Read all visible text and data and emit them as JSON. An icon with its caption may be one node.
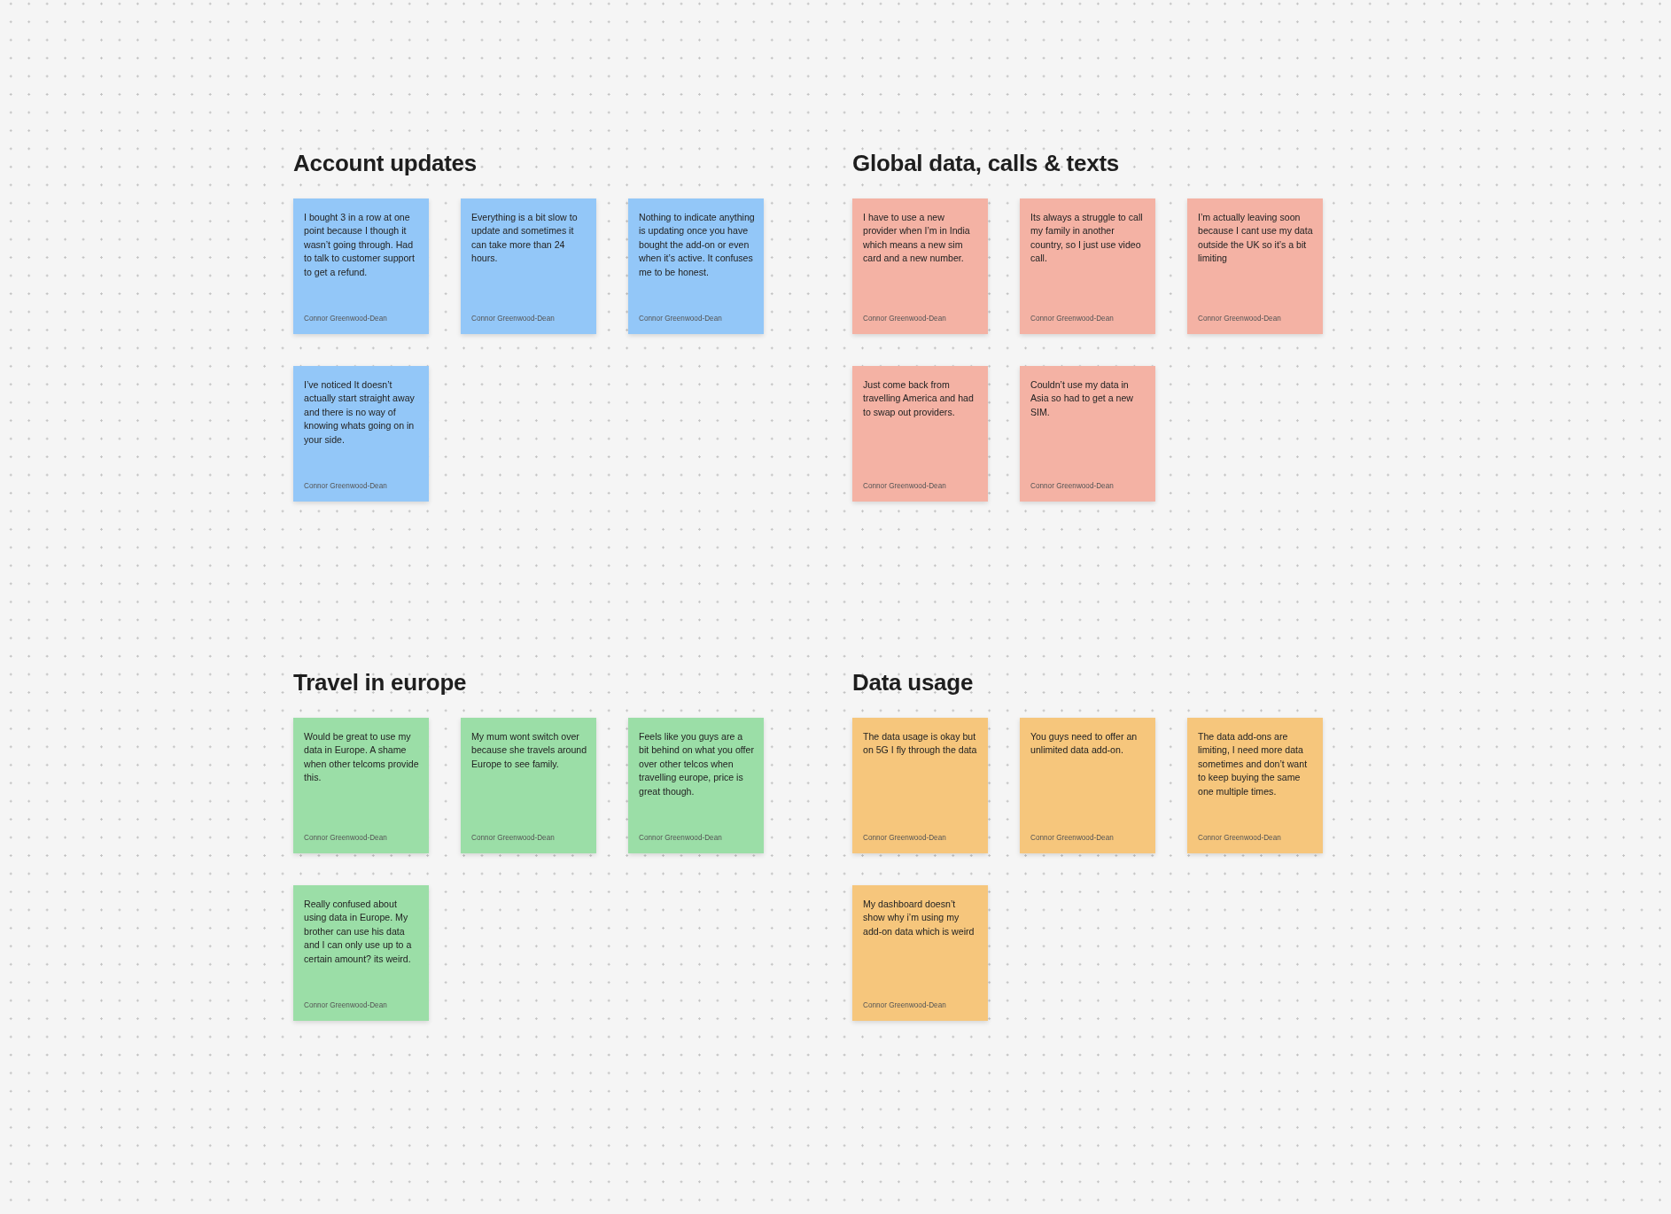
{
  "diagram": {
    "nodes": [
      {
        "text": [
          "I bought 3 in a row at one point because I though it wasn’t going through. Had to talk to customer support to get a refund.",
          "Connor Greenwood-Dean"
        ]
      },
      {
        "text": [
          "Everything is a bit slow to update and sometimes it can take more than 24 hours.",
          "Connor Greenwood-Dean"
        ]
      },
      {
        "text": [
          "Nothing to indicate anything is updating once you have bought the add-on or even when it’s active. It confuses me to be honest.",
          "Connor Greenwood-Dean"
        ]
      },
      {
        "text": [
          "I’ve noticed It doesn’t actually start straight away and there is no way of knowing whats going on in your side.",
          "Connor Greenwood-Dean"
        ]
      },
      {
        "text": [
          "I have to use a new provider when I’m in India which means a new sim card and a new number.",
          "Connor Greenwood-Dean"
        ]
      },
      {
        "text": [
          "Its always a struggle to call my family in another country, so I just use video call.",
          "Connor Greenwood-Dean"
        ]
      },
      {
        "text": [
          "I’m actually leaving soon because I cant use my data outside the UK so it’s a bit limiting",
          "Connor Greenwood-Dean"
        ]
      },
      {
        "text": [
          "Just come back from travelling America and had to swap out providers.",
          "Connor Greenwood-Dean"
        ]
      },
      {
        "text": [
          "Couldn’t use my data in Asia so had to get a new SIM.",
          "Connor Greenwood-Dean"
        ]
      },
      {
        "text": [
          "Would be great to use my data in Europe. A shame when other telcoms provide this.",
          "Connor Greenwood-Dean"
        ]
      },
      {
        "text": [
          "My mum wont switch over because she travels around Europe to see family.",
          "Connor Greenwood-Dean"
        ]
      },
      {
        "text": [
          "Feels like you guys are a bit behind on what you offer over other telcos when travelling europe, price is great though.",
          "Connor Greenwood-Dean"
        ]
      },
      {
        "text": [
          "Really confused about using data in Europe. My brother can use his data and I can only use up to a certain amount? its weird.",
          "Connor Greenwood-Dean"
        ]
      },
      {
        "text": [
          "The data usage is okay but on 5G I fly through the data",
          "Connor Greenwood-Dean"
        ]
      },
      {
        "text": [
          "You guys need to offer an unlimited data add-on.",
          "Connor Greenwood-Dean"
        ]
      },
      {
        "text": [
          "The data add-ons are limiting, I need more data sometimes and don’t want to keep buying the same one multiple times.",
          "Connor Greenwood-Dean"
        ]
      },
      {
        "text": [
          "My dashboard doesn’t show why i’m using my add-on data which is weird",
          "Connor Greenwood-Dean"
        ]
      }
    ],
    "labels": [
      "Account updates",
      "Global data, calls & texts",
      "Travel in europe",
      "Data usage"
    ]
  }
}
